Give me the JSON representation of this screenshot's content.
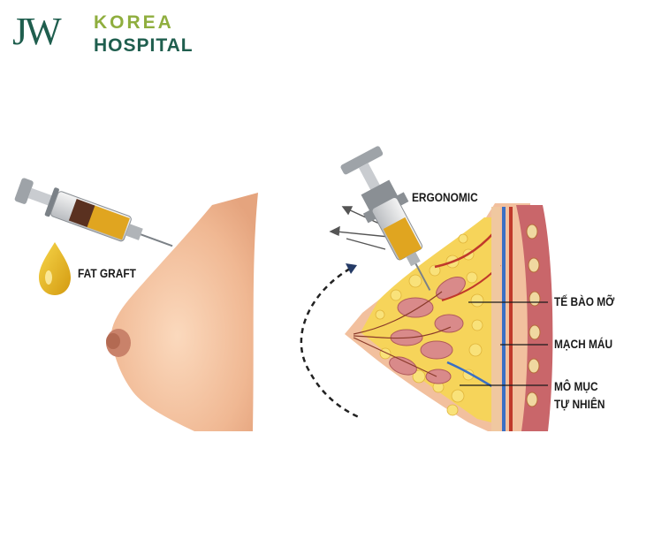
{
  "logo": {
    "mark": "JW",
    "line1": "KOREA",
    "line2": "HOSPITAL"
  },
  "labels": {
    "fat_graft": "FAT GRAFT",
    "ergonomic": "ERGONOMIC",
    "fat_cells": "TẾ BÀO MỠ",
    "blood_vessels": "MẠCH MÁU",
    "natural_tissue_line1": "MÔ MỤC",
    "natural_tissue_line2": "TỰ NHIÊN"
  },
  "colors": {
    "brand_green": "#1f5e4e",
    "brand_lime": "#8fae3e",
    "skin": "#f2c09e",
    "fat": "#f6d45a",
    "gland": "#d98a8a",
    "vessel_red": "#c0392b",
    "vessel_blue": "#3a6fc4"
  }
}
